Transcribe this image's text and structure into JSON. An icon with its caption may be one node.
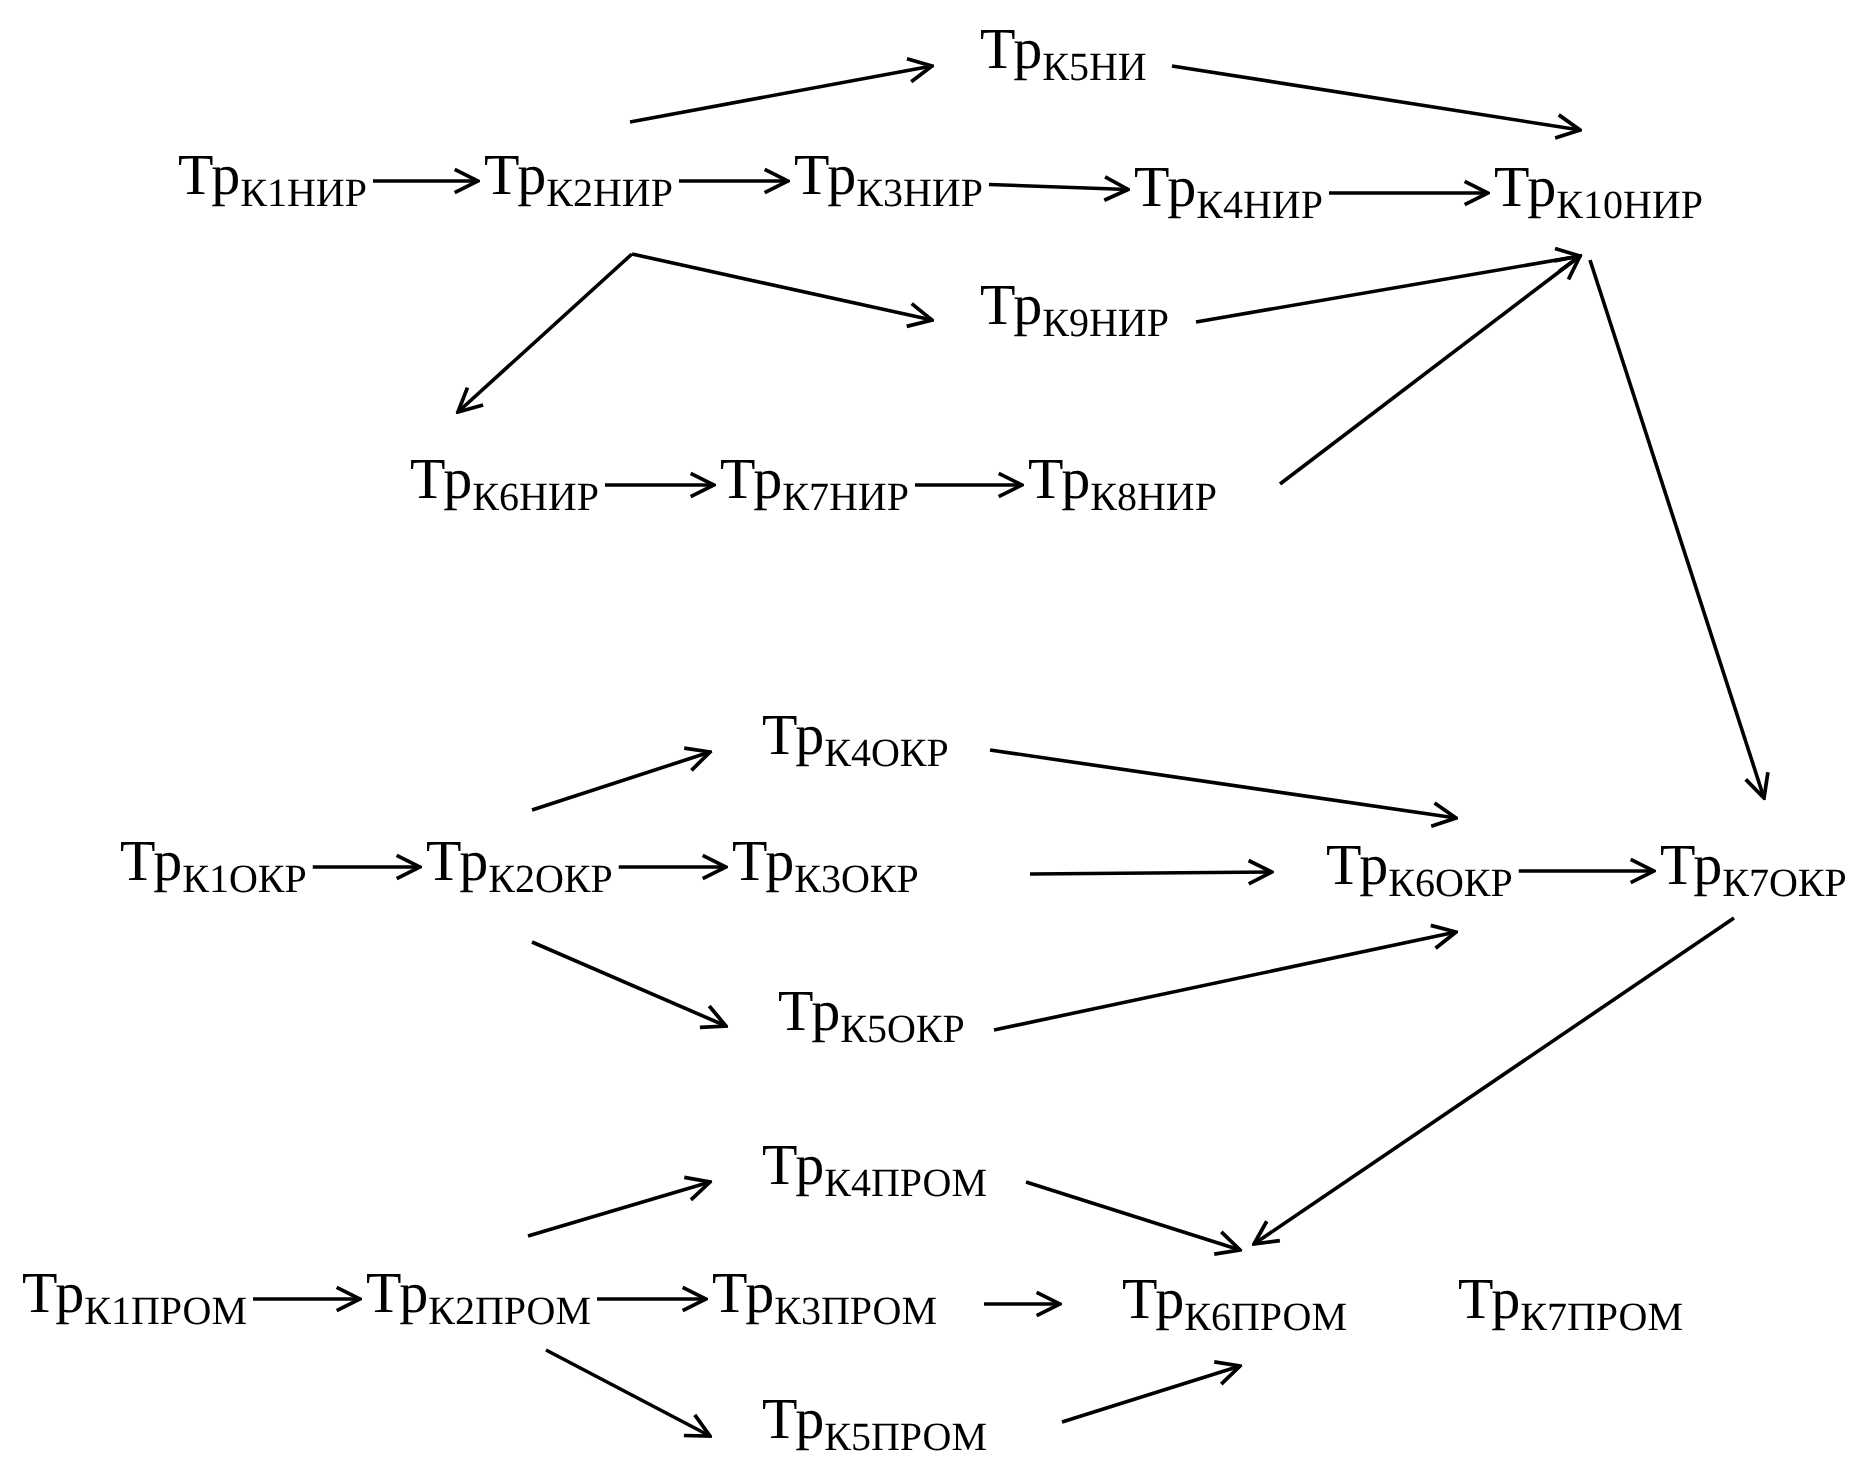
{
  "diagram": {
    "nodes": [
      {
        "text": [
          "Тр$_{К1НИР}$"
        ]
      },
      {
        "text": [
          "Тр$_{К2НИР}$"
        ]
      },
      {
        "text": [
          "Тр$_{К3НИР}$"
        ]
      },
      {
        "text": [
          "Тр$_{К4НИР}$"
        ]
      },
      {
        "text": [
          "Тр$_{К5НИ}$"
        ]
      },
      {
        "text": [
          "Тр$_{К10НИР}$"
        ]
      },
      {
        "text": [
          "Тр$_{К9НИР}$"
        ]
      },
      {
        "text": [
          "Тр$_{К6НИР}$"
        ]
      },
      {
        "text": [
          "Тр$_{К7НИР}$"
        ]
      },
      {
        "text": [
          "Тр$_{К8НИР}$"
        ]
      },
      {
        "text": [
          "Тр$_{К1ОКР}$"
        ]
      },
      {
        "text": [
          "Тр$_{К2ОКР}$"
        ]
      },
      {
        "text": [
          "Тр$_{К3ОКР}$"
        ]
      },
      {
        "text": [
          "Тр$_{К4ОКР}$"
        ]
      },
      {
        "text": [
          "Тр$_{К5ОКР}$"
        ]
      },
      {
        "text": [
          "Тр$_{К6ОКР}$"
        ]
      },
      {
        "text": [
          "Тр$_{К7ОКР}$"
        ]
      },
      {
        "text": [
          "Тр$_{К1ПРОМ}$"
        ]
      },
      {
        "text": [
          "Тр$_{К2ПРОМ}$"
        ]
      },
      {
        "text": [
          "Тр$_{К3ПРОМ}$"
        ]
      },
      {
        "text": [
          "Тр$_{К4ПРОМ}$"
        ]
      },
      {
        "text": [
          "Тр$_{К5ПРОМ}$"
        ]
      },
      {
        "text": [
          "Тр$_{К6ПРОМ}$"
        ]
      },
      {
        "text": [
          "Тр$_{К7ПРОМ}$"
        ]
      }
    ],
    "edges": [
      {
        "from": 0,
        "to": 1,
        "arrow": "to"
      },
      {
        "from": 1,
        "to": 2,
        "arrow": "to"
      },
      {
        "from": 2,
        "to": 3,
        "arrow": "to"
      },
      {
        "from": 3,
        "to": 5,
        "arrow": "to"
      },
      {
        "from": 1,
        "to": 4,
        "arrow": "to"
      },
      {
        "from": 4,
        "to": 5,
        "arrow": "to"
      },
      {
        "from": 1,
        "to": 6,
        "arrow": "to"
      },
      {
        "from": 6,
        "to": 5,
        "arrow": "to"
      },
      {
        "from": 1,
        "to": 7,
        "arrow": "to"
      },
      {
        "from": 7,
        "to": 8,
        "arrow": "to"
      },
      {
        "from": 8,
        "to": 9,
        "arrow": "to"
      },
      {
        "from": 9,
        "to": 5,
        "arrow": "to"
      },
      {
        "from": 5,
        "to": 16,
        "arrow": "to"
      },
      {
        "from": 10,
        "to": 11,
        "arrow": "to"
      },
      {
        "from": 11,
        "to": 12,
        "arrow": "to"
      },
      {
        "from": 11,
        "to": 13,
        "arrow": "to"
      },
      {
        "from": 11,
        "to": 14,
        "arrow": "to"
      },
      {
        "from": 13,
        "to": 15,
        "arrow": "to"
      },
      {
        "from": 12,
        "to": 15,
        "arrow": "to"
      },
      {
        "from": 14,
        "to": 15,
        "arrow": "to"
      },
      {
        "from": 15,
        "to": 16,
        "arrow": "to"
      },
      {
        "from": 16,
        "to": 22,
        "arrow": "to"
      },
      {
        "from": 17,
        "to": 18,
        "arrow": "to"
      },
      {
        "from": 18,
        "to": 19,
        "arrow": "to"
      },
      {
        "from": 18,
        "to": 20,
        "arrow": "to"
      },
      {
        "from": 18,
        "to": 21,
        "arrow": "to"
      },
      {
        "from": 20,
        "to": 22,
        "arrow": "to"
      },
      {
        "from": 19,
        "to": 22,
        "arrow": "to"
      },
      {
        "from": 21,
        "to": 22,
        "arrow": "to"
      }
    ]
  }
}
